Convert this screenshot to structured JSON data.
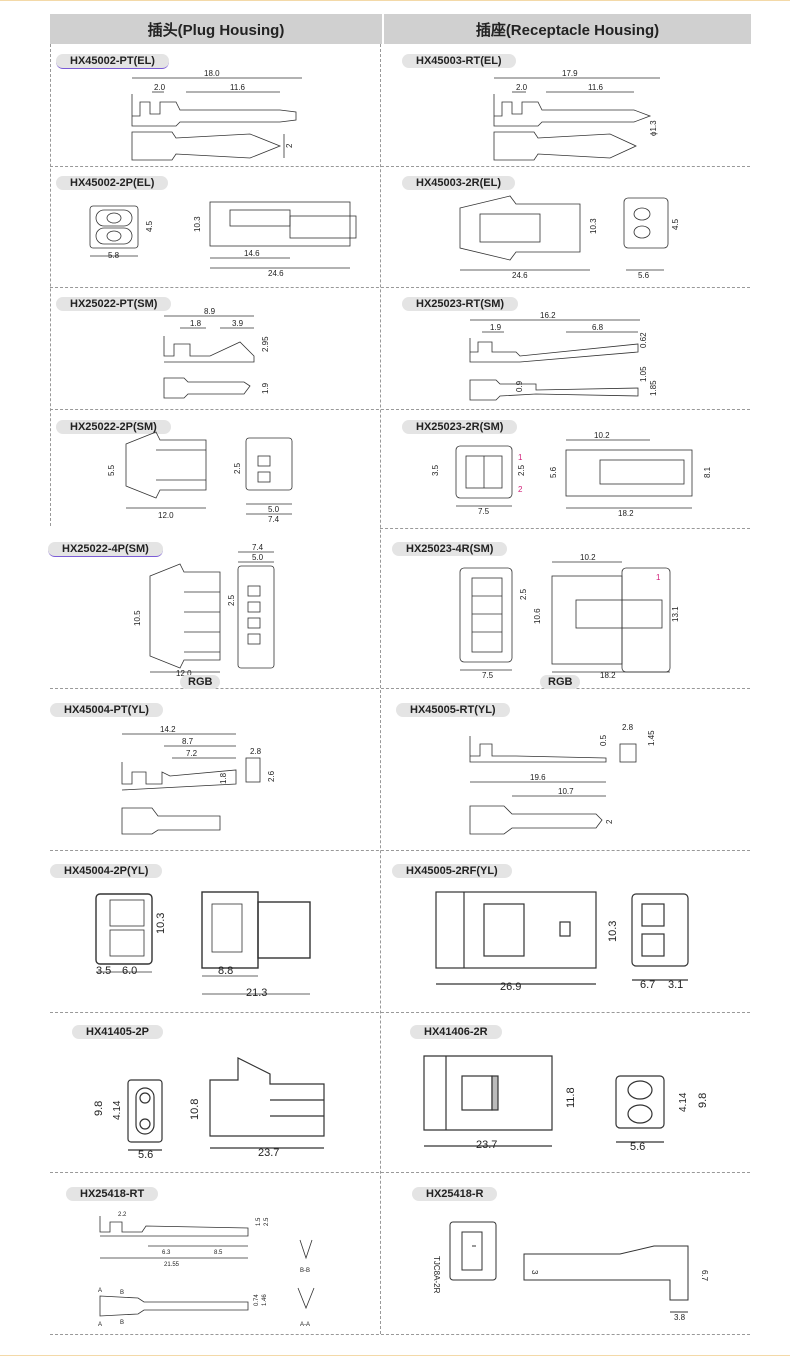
{
  "header": {
    "plug": "插头(Plug Housing)",
    "receptacle": "插座(Receptacle Housing)"
  },
  "extra_labels": {
    "rgb": "RGB"
  },
  "sections": [
    {
      "left": {
        "name": "HX45002-PT(EL)",
        "dims": [
          "18.0",
          "2.0",
          "11.6",
          "2"
        ]
      },
      "right": {
        "name": "HX45003-RT(EL)",
        "dims": [
          "17.9",
          "2.0",
          "11.6",
          "ϕ1.3"
        ]
      }
    },
    {
      "left": {
        "name": "HX45002-2P(EL)",
        "dims": [
          "4.5",
          "5.8",
          "10.3",
          "14.6",
          "24.6"
        ]
      },
      "right": {
        "name": "HX45003-2R(EL)",
        "dims": [
          "10.3",
          "24.6",
          "4.5",
          "5.6"
        ]
      }
    },
    {
      "left": {
        "name": "HX25022-PT(SM)",
        "dims": [
          "8.9",
          "1.8",
          "3.9",
          "2.95",
          "1.9"
        ]
      },
      "right": {
        "name": "HX25023-RT(SM)",
        "dims": [
          "16.2",
          "1.9",
          "6.8",
          "0.62",
          "1.05",
          "1.85",
          "0.9"
        ]
      }
    },
    {
      "left": {
        "name": "HX25022-2P(SM)",
        "dims": [
          "5.5",
          "12.0",
          "2.5",
          "5.0",
          "7.4"
        ]
      },
      "right": {
        "name": "HX25023-2R(SM)",
        "dims": [
          "10.2",
          "3.5",
          "2.5",
          "7.5",
          "5.6",
          "8.1",
          "18.2",
          "1",
          "2"
        ]
      }
    },
    {
      "left": {
        "name": "HX25022-4P(SM)",
        "dims": [
          "7.4",
          "5.0",
          "2.5",
          "10.5",
          "12.0"
        ]
      },
      "right": {
        "name": "HX25023-4R(SM)",
        "dims": [
          "10.2",
          "2.5",
          "10.6",
          "13.1",
          "7.5",
          "18.2",
          "1"
        ]
      }
    },
    {
      "left": {
        "name": "HX45004-PT(YL)",
        "dims": [
          "14.2",
          "8.7",
          "7.2",
          "1.8",
          "2.8",
          "2.6"
        ]
      },
      "right": {
        "name": "HX45005-RT(YL)",
        "dims": [
          "0.5",
          "2.8",
          "1.45",
          "19.6",
          "10.7",
          "2"
        ]
      }
    },
    {
      "left": {
        "name": "HX45004-2P(YL)",
        "dims": [
          "10.3",
          "3.5",
          "6.0",
          "8.8",
          "21.3"
        ]
      },
      "right": {
        "name": "HX45005-2RF(YL)",
        "dims": [
          "10.3",
          "26.9",
          "6.7",
          "3.1"
        ]
      }
    },
    {
      "left": {
        "name": "HX41405-2P",
        "dims": [
          "9.8",
          "4.14",
          "5.6",
          "10.8",
          "23.7"
        ]
      },
      "right": {
        "name": "HX41406-2R",
        "dims": [
          "11.8",
          "23.7",
          "4.14",
          "9.8",
          "5.6"
        ]
      }
    },
    {
      "left": {
        "name": "HX25418-RT",
        "dims": [
          "2.2",
          "1.5",
          "2.5",
          "6.3",
          "8.5",
          "21.55",
          "0.74",
          "1.46",
          "B-B",
          "A-A",
          "A",
          "B",
          "A",
          "B"
        ]
      },
      "right": {
        "name": "HX25418-R",
        "dims": [
          "TJC8A-2R",
          "3",
          "6.7",
          "3.8"
        ]
      }
    }
  ]
}
